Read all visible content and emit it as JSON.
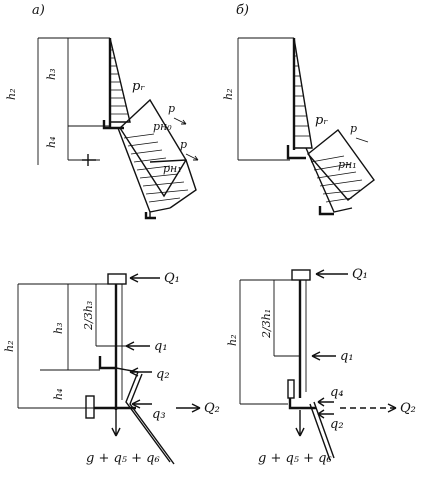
{
  "panels": {
    "a": {
      "tag": "а)"
    },
    "b": {
      "tag": "б)"
    }
  },
  "labels": {
    "a_h2": "h₂",
    "a_h3": "h₃",
    "a_h4": "h₄",
    "a_pr": "pᵣ",
    "a_ph0": "pн₀",
    "a_ph1": "pн₁",
    "a_p2": "p",
    "a_p3": "p",
    "b_h2": "h₂",
    "b_pr": "pᵣ",
    "b_ph1": "pн₁",
    "b_p1": "p",
    "c_q1_top": "Q₁",
    "c_h2": "h₂",
    "c_h3": "h₃",
    "c_23h3": "2/3h₃",
    "c_h4": "h₄",
    "c_q1": "q₁",
    "c_q2": "q₂",
    "c_q3": "q₃",
    "c_Q2": "Q₂",
    "c_sum": "g + q₅ + q₆",
    "d_Q1_top": "Q₁",
    "d_h2": "h₂",
    "d_23h1": "2/3h₁",
    "d_q1": "q₁",
    "d_q4": "q₄",
    "d_q2": "q₂",
    "d_Q2": "Q₂",
    "d_sum": "g + q₅ + q₆"
  }
}
